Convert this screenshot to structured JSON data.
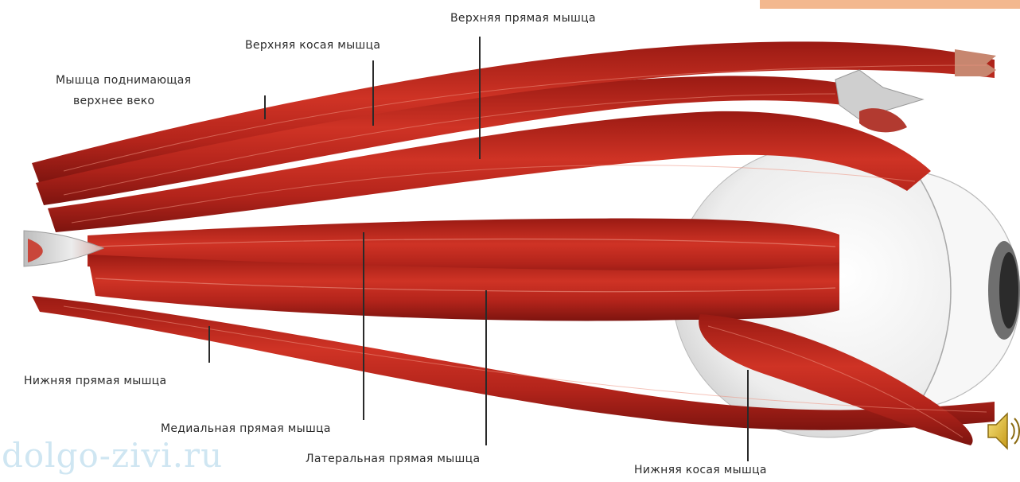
{
  "labels": {
    "superior_rectus": "Верхняя прямая мышца",
    "superior_oblique": "Верхняя косая мышца",
    "levator_line1": "Мышца поднимающая",
    "levator_line2": "верхнее веко",
    "inferior_rectus": "Нижняя прямая мышца",
    "medial_rectus": "Медиальная прямая мышца",
    "lateral_rectus": "Латеральная прямая мышца",
    "inferior_oblique": "Нижняя косая мышца"
  },
  "watermark": "dolgo-zivi.ru",
  "icons": {
    "speaker": "speaker-icon"
  },
  "colors": {
    "muscle": "#c32a20",
    "muscle_dark": "#8e1712",
    "muscle_light": "#e06a55",
    "eye_white": "#f2f2f2",
    "tendon": "#d8d8d8",
    "top_bar": "#f3b88f",
    "watermark": "#cfe6f2"
  }
}
